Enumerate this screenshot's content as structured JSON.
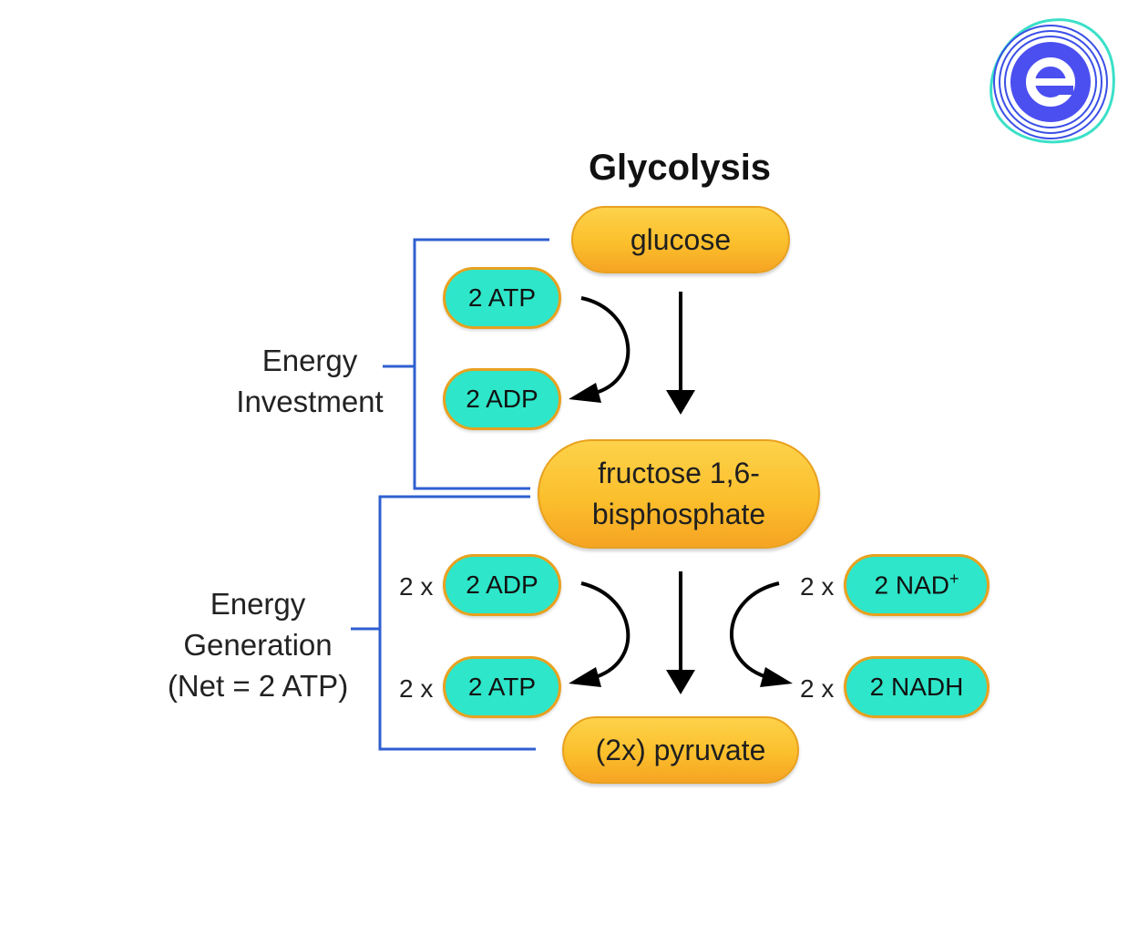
{
  "title": "Glycolysis",
  "metabolites": {
    "glucose": "glucose",
    "fructose_line1": "fructose 1,6-",
    "fructose_line2": "bisphosphate",
    "pyruvate": "(2x) pyruvate"
  },
  "investment": {
    "label_line1": "Energy",
    "label_line2": "Investment",
    "input": "2 ATP",
    "output": "2 ADP"
  },
  "generation": {
    "label_line1": "Energy",
    "label_line2": "Generation",
    "label_line3": "(Net = 2 ATP)",
    "adp_multiplier": "2 x",
    "adp": "2 ADP",
    "atp_multiplier": "2 x",
    "atp": "2 ATP",
    "nad_multiplier": "2 x",
    "nad": "2 NAD",
    "nad_superscript": "+",
    "nadh_multiplier": "2 x",
    "nadh": "2 NADH"
  },
  "logo": {
    "icon": "brand-e-logo-icon"
  },
  "colors": {
    "bracket": "#2f5fd0",
    "metabolite_fill": "#fbbf2c",
    "cofactor_fill": "#2ee6c9",
    "border": "#e8a11f",
    "arrow": "#000000"
  }
}
